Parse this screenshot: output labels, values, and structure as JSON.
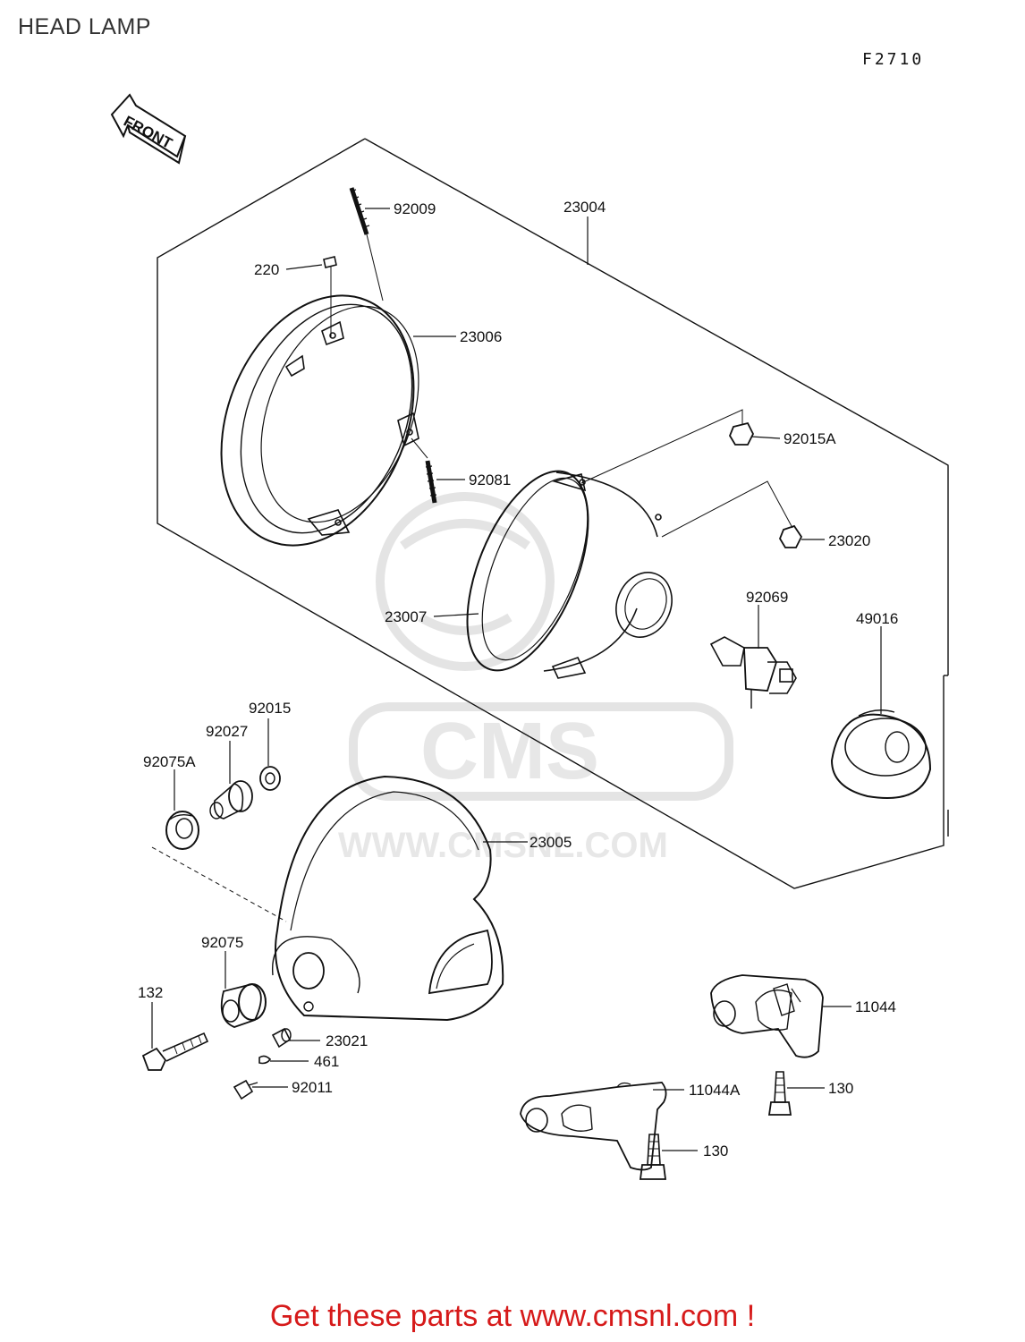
{
  "header": {
    "title": "HEAD LAMP",
    "figure_code": "F2710"
  },
  "direction_tag": "FRONT",
  "watermark": {
    "logo": "CMS",
    "url": "WWW.CMSNL.COM"
  },
  "parts": [
    {
      "id": "p-92009",
      "label": "92009"
    },
    {
      "id": "p-23004",
      "label": "23004"
    },
    {
      "id": "p-220",
      "label": "220"
    },
    {
      "id": "p-23006",
      "label": "23006"
    },
    {
      "id": "p-92015a",
      "label": "92015A"
    },
    {
      "id": "p-92081",
      "label": "92081"
    },
    {
      "id": "p-23020",
      "label": "23020"
    },
    {
      "id": "p-92069",
      "label": "92069"
    },
    {
      "id": "p-49016",
      "label": "49016"
    },
    {
      "id": "p-23007",
      "label": "23007"
    },
    {
      "id": "p-92015",
      "label": "92015"
    },
    {
      "id": "p-92027",
      "label": "92027"
    },
    {
      "id": "p-92075a",
      "label": "92075A"
    },
    {
      "id": "p-23005",
      "label": "23005"
    },
    {
      "id": "p-92075",
      "label": "92075"
    },
    {
      "id": "p-132",
      "label": "132"
    },
    {
      "id": "p-23021",
      "label": "23021"
    },
    {
      "id": "p-461",
      "label": "461"
    },
    {
      "id": "p-92011",
      "label": "92011"
    },
    {
      "id": "p-11044",
      "label": "11044"
    },
    {
      "id": "p-130-a",
      "label": "130"
    },
    {
      "id": "p-11044a",
      "label": "11044A"
    },
    {
      "id": "p-130-b",
      "label": "130"
    }
  ],
  "footer": {
    "text": "Get these parts at www.cmsnl.com !"
  },
  "colors": {
    "line": "#111111",
    "footer": "#d61a1a",
    "watermark": "#e7e7e7"
  }
}
